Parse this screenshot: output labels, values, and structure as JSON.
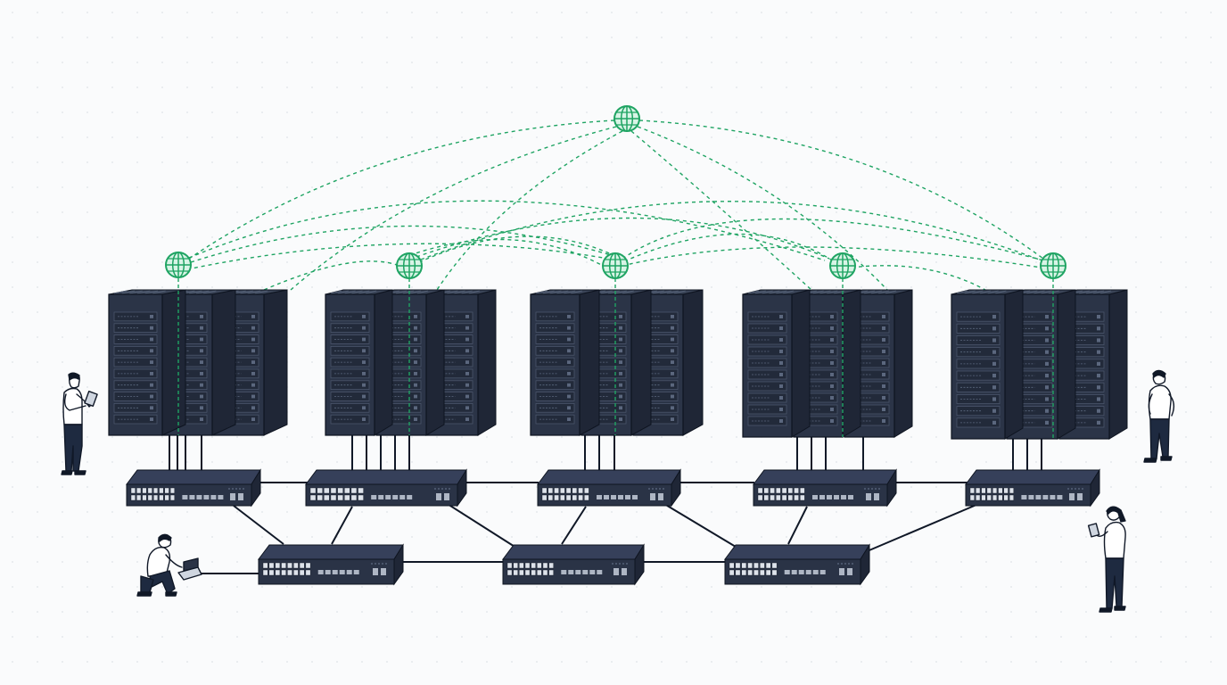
{
  "diagram": {
    "colors": {
      "background": "#fafbfc",
      "dot": "#dfe3e8",
      "rack_front": "#2b3447",
      "rack_side": "#1f2636",
      "rack_top": "#3a4457",
      "rack_line": "#0e1420",
      "switch_top": "#36405a",
      "switch_front": "#2a3346",
      "cable": "#101827",
      "link_green": "#1fa463",
      "globe_fill": "#d8f4e6",
      "person_skin": "#ffffff",
      "person_pants": "#1e2a40"
    },
    "icons": {
      "globe": "globe-icon",
      "rack": "server-rack-icon",
      "switch": "network-switch-icon",
      "person": "person-icon"
    },
    "server_clusters": [
      "cluster-1",
      "cluster-2",
      "cluster-3",
      "cluster-4",
      "cluster-5"
    ],
    "internet_nodes": [
      "globe-top",
      "globe-1",
      "globe-2",
      "globe-3",
      "globe-4",
      "globe-5"
    ],
    "upper_switches": [
      "switch-a1",
      "switch-a2",
      "switch-a3",
      "switch-a4",
      "switch-a5"
    ],
    "lower_switches": [
      "switch-b1",
      "switch-b2",
      "switch-b3"
    ],
    "people": [
      "person-tablet-left",
      "person-crouching-laptop",
      "person-standing-right",
      "person-tablet-right"
    ]
  }
}
